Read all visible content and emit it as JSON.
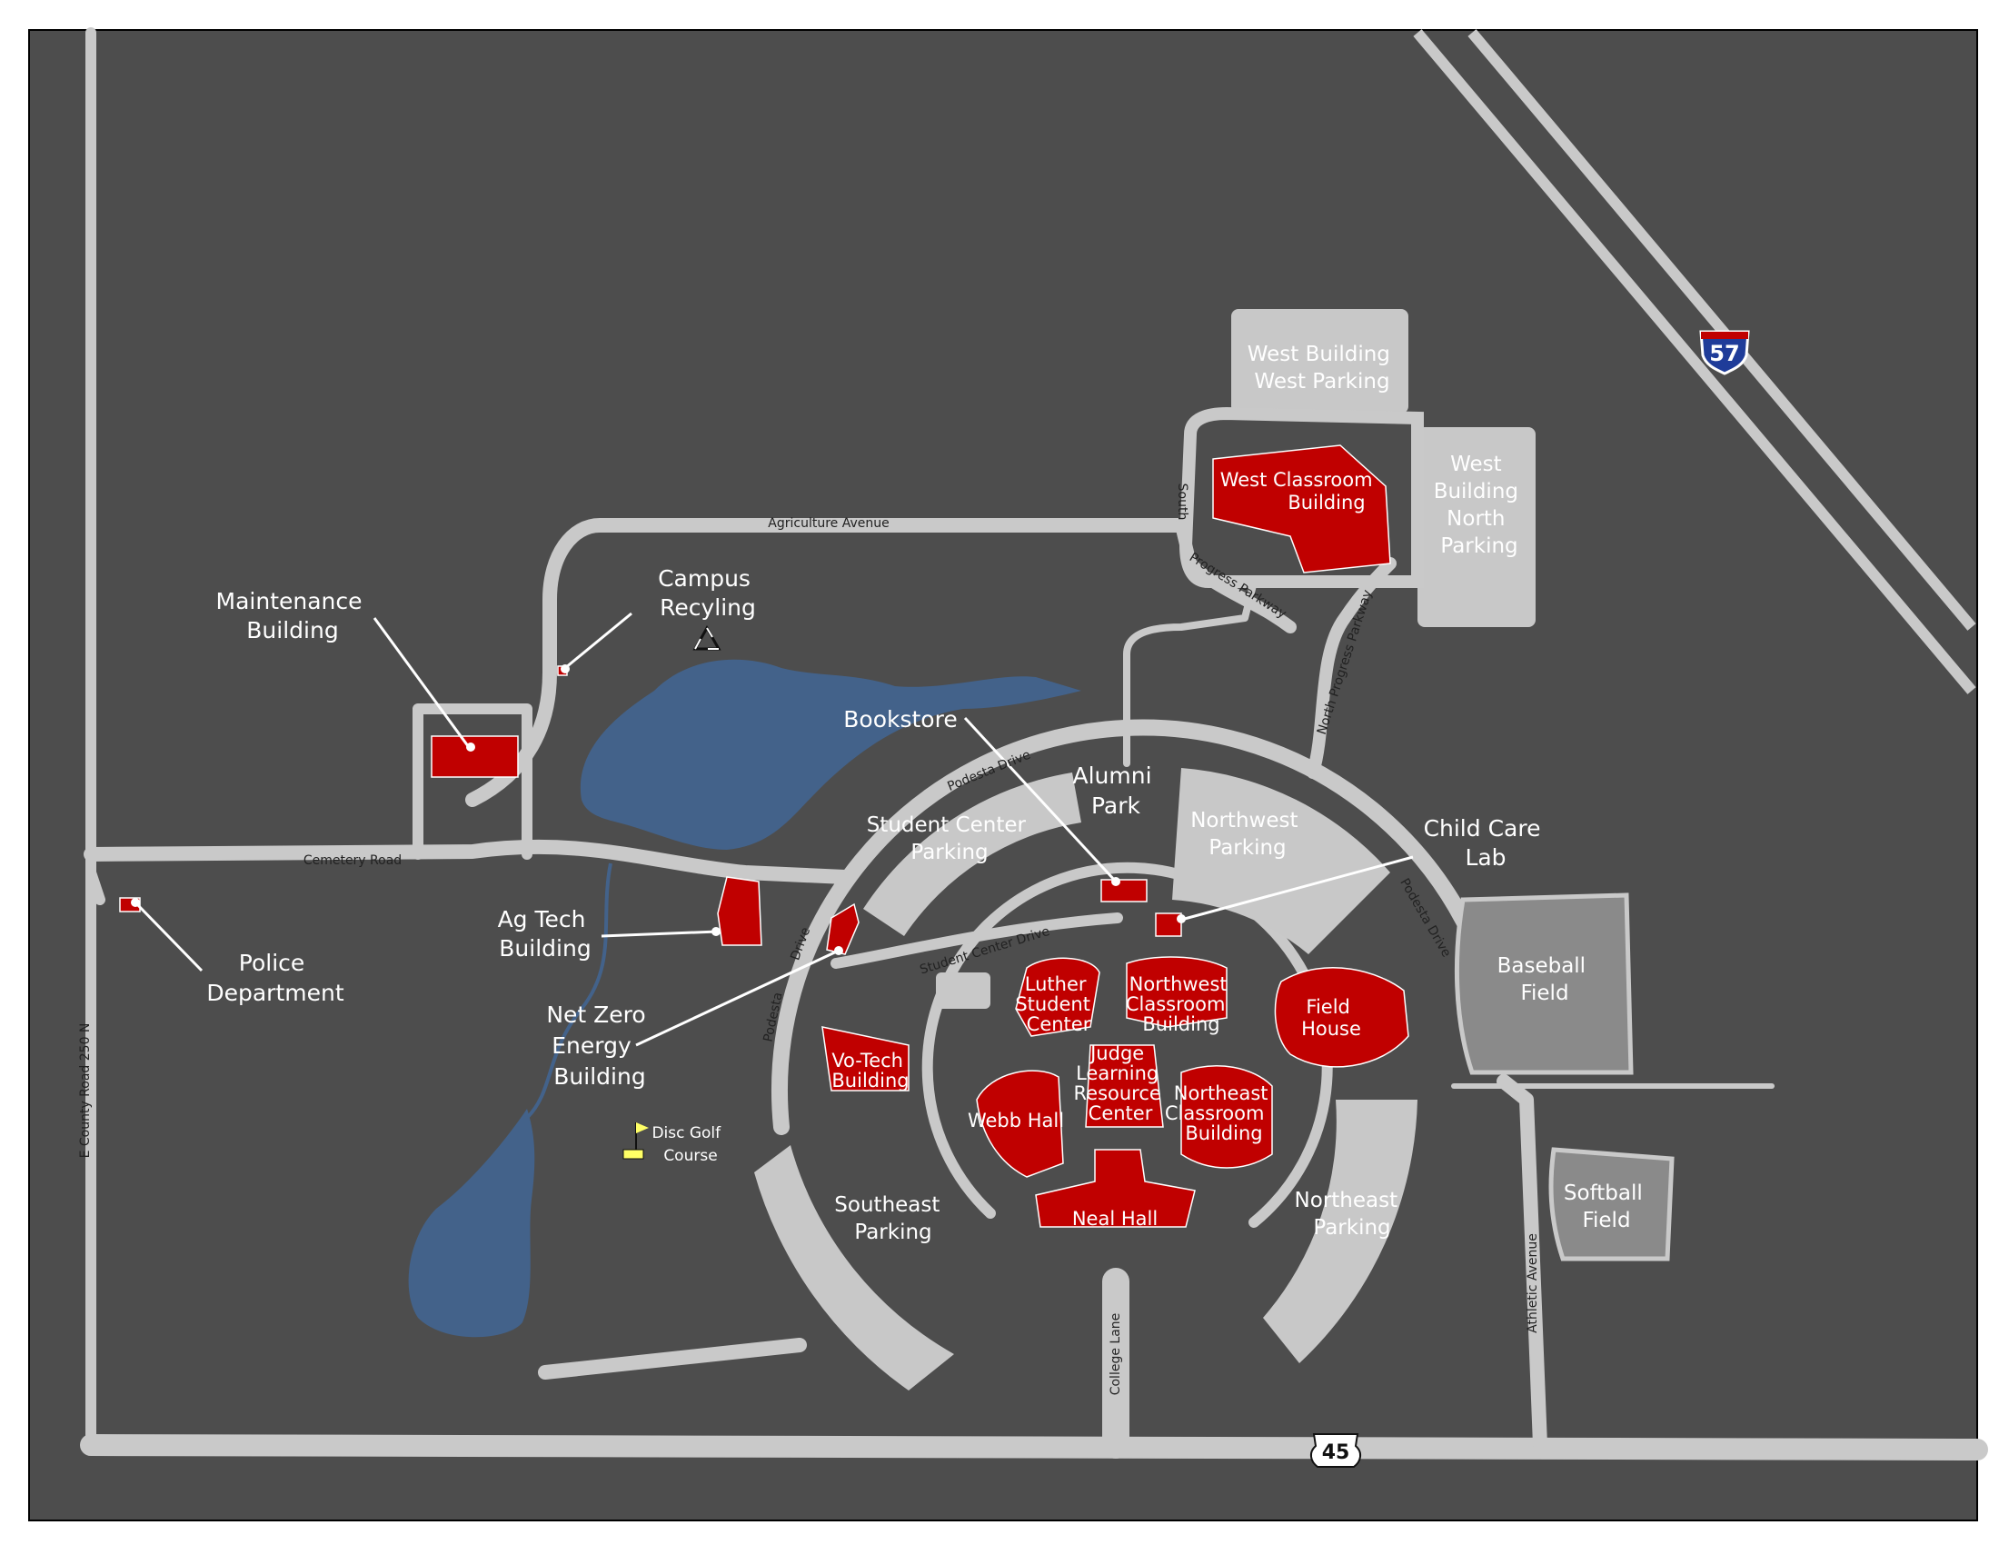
{
  "colors": {
    "background": "#4d4d4d",
    "road": "#c9c9c9",
    "parking": "#c8c8c8",
    "building": "#c00000",
    "water": "#43628a",
    "field": "#8a8a8a",
    "frame": "#000000"
  },
  "labels": {
    "west_building_west_parking": [
      "West Building",
      "West Parking"
    ],
    "west_building_north_parking": [
      "West",
      "Building",
      "North",
      "Parking"
    ],
    "west_classroom_building": [
      "West Classroom",
      "Building"
    ],
    "maintenance_building": [
      "Maintenance",
      "Building"
    ],
    "campus_recycling": [
      "Campus",
      "Recyling"
    ],
    "bookstore": "Bookstore",
    "alumni_park": [
      "Alumni",
      "Park"
    ],
    "student_center_parking": [
      "Student Center",
      "Parking"
    ],
    "northwest_parking": [
      "Northwest",
      "Parking"
    ],
    "child_care_lab": [
      "Child Care",
      "Lab"
    ],
    "baseball_field": [
      "Baseball",
      "Field"
    ],
    "softball_field": [
      "Softball",
      "Field"
    ],
    "ag_tech_building": [
      "Ag Tech",
      "Building"
    ],
    "net_zero_energy_building": [
      "Net Zero",
      "Energy",
      "Building"
    ],
    "police_department": [
      "Police",
      "Department"
    ],
    "luther_student_center": [
      "Luther",
      "Student",
      "Center"
    ],
    "northwest_classroom_building": [
      "Northwest",
      "Classroom",
      "Building"
    ],
    "field_house": [
      "Field",
      "House"
    ],
    "vo_tech_building": [
      "Vo-Tech",
      "Building"
    ],
    "judge_learning_resource_center": [
      "Judge",
      "Learning",
      "Resource",
      "Center"
    ],
    "northeast_classroom_building": [
      "Northeast",
      "Classroom",
      "Building"
    ],
    "webb_hall": "Webb Hall",
    "neal_hall": "Neal Hall",
    "southeast_parking": [
      "Southeast",
      "Parking"
    ],
    "northeast_parking": [
      "Northeast",
      "Parking"
    ],
    "disc_golf_course": [
      "Disc Golf",
      "Course"
    ]
  },
  "streets": {
    "agriculture_avenue": "Agriculture Avenue",
    "cemetery_road": "Cemetery Road",
    "south_progress_parkway_1": "South",
    "south_progress_parkway_2": "Progress Parkway",
    "north_progress_parkway": "North Progress Parkway",
    "podesta_drive_north": "Podesta Drive",
    "podesta_drive_east": "Podesta Drive",
    "podesta_drive_west_1": "Drive",
    "podesta_drive_west_2": "Podesta",
    "student_center_drive": "Student Center Drive",
    "college_lane": "College Lane",
    "athletic_avenue": "Athletic Avenue",
    "county_road": "E County Road 250 N"
  },
  "shields": {
    "interstate": "57",
    "us_highway": "45"
  }
}
